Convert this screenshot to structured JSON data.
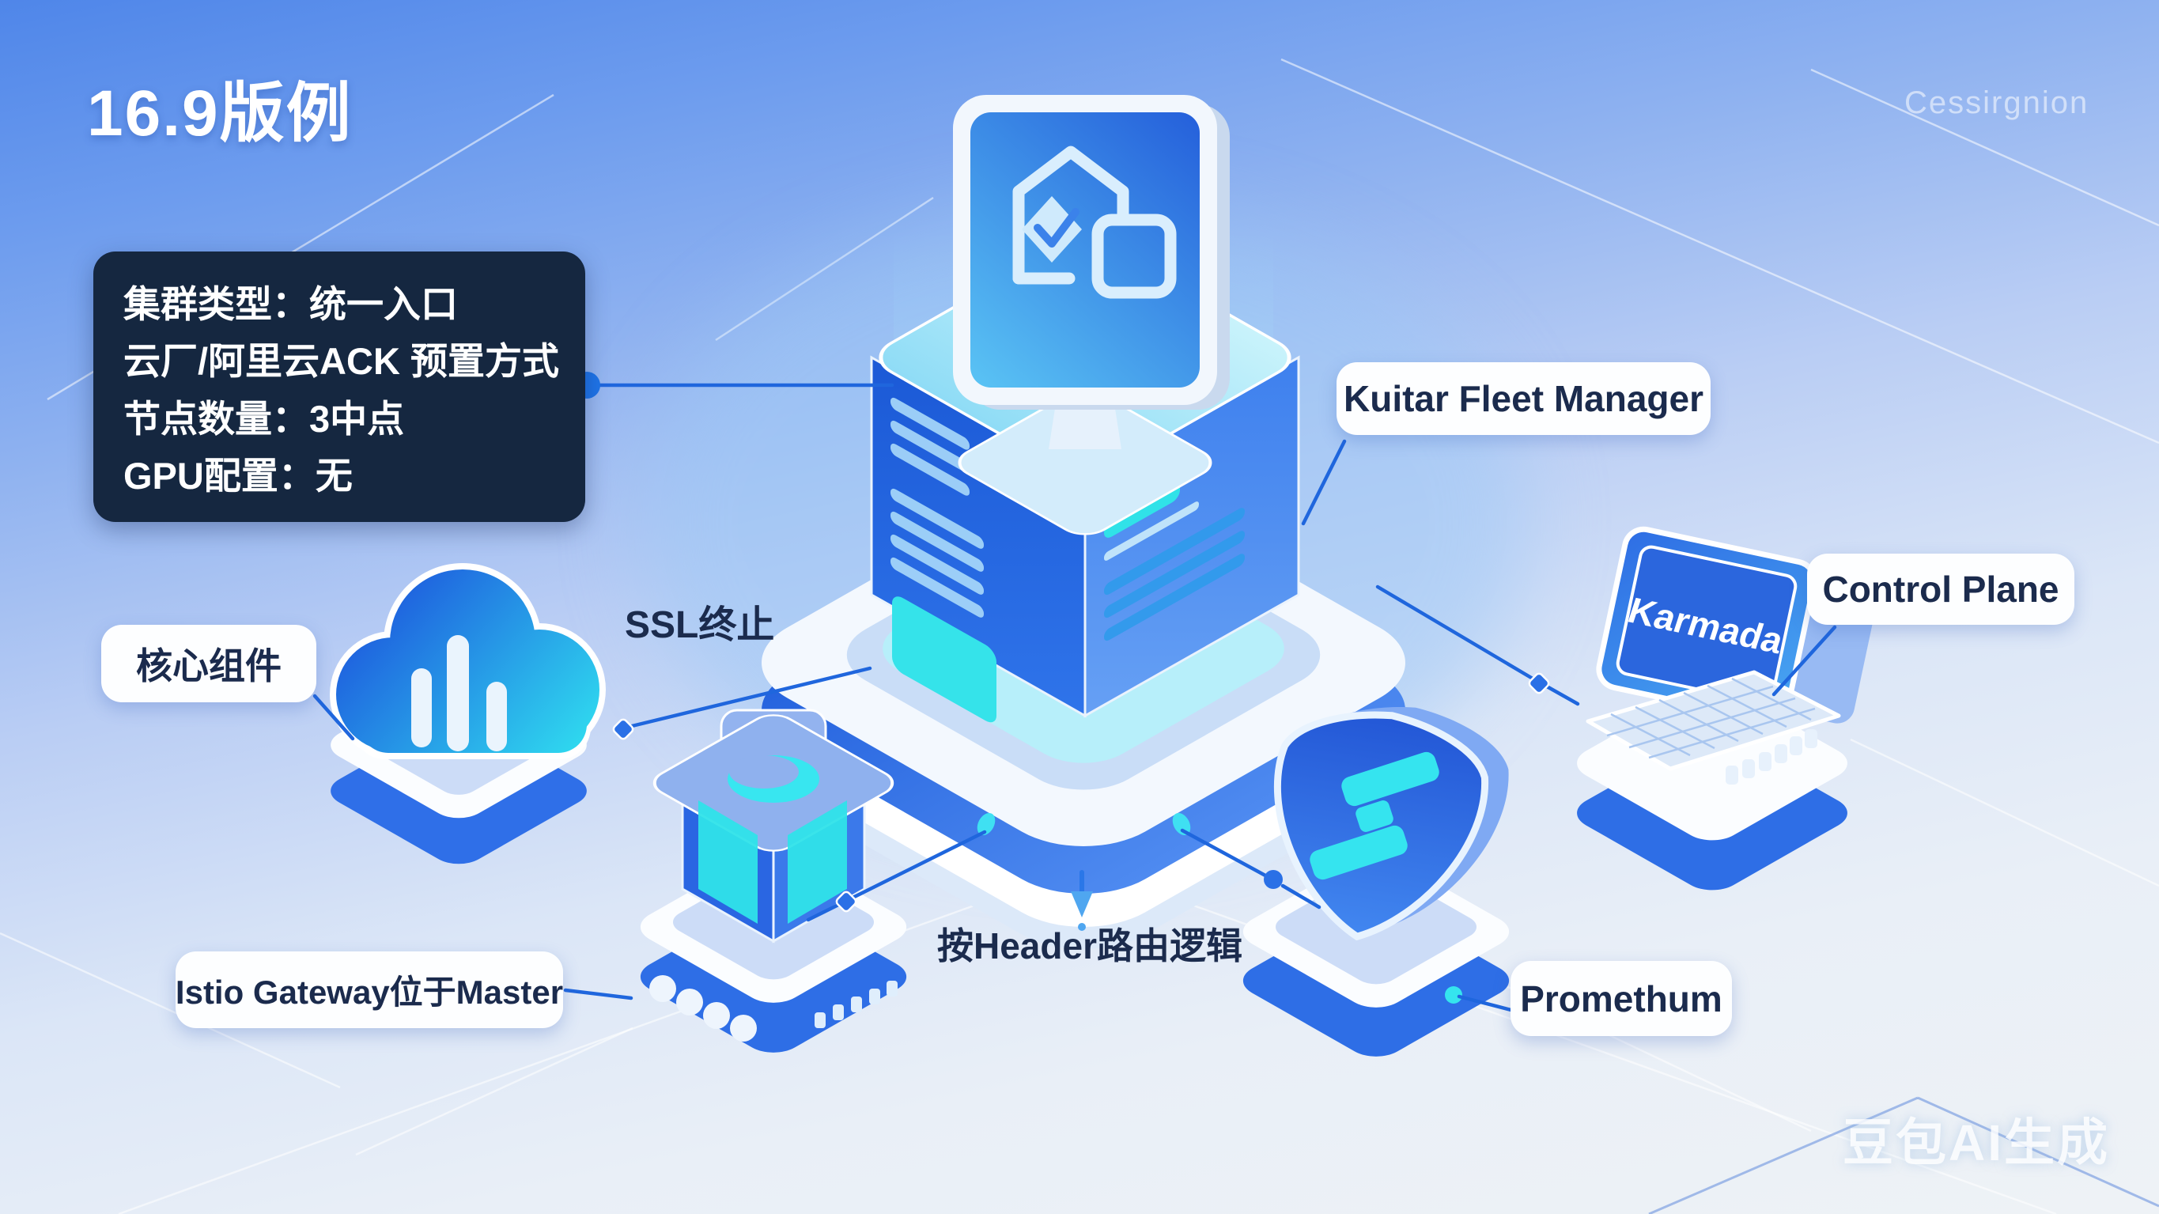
{
  "title": "16.9版例",
  "watermark_top": "Cessirgnion",
  "watermark_bottom": "豆包AI生成",
  "info_box": {
    "lines": [
      "集群类型：统一入口",
      "云厂/阿里云ACK 预置方式",
      "节点数量：3中点",
      "GPU配置：无"
    ]
  },
  "labels": {
    "fleet_manager": "Kuitar Fleet Manager",
    "control_plane": "Control Plane",
    "core_components": "核心组件",
    "ssl_termination": "SSL终止",
    "istio_gateway": "Istio Gateway位于Master",
    "header_routing": "按Header路由逻辑",
    "prometheus": "Promethum",
    "karmada": "Karmada"
  },
  "colors": {
    "primary_blue": "#2a6ce4",
    "accent_cyan": "#35e3ee",
    "label_navy": "#1b2b4d",
    "info_box_bg": "#152740",
    "pill_bg": "#fdfeff"
  }
}
